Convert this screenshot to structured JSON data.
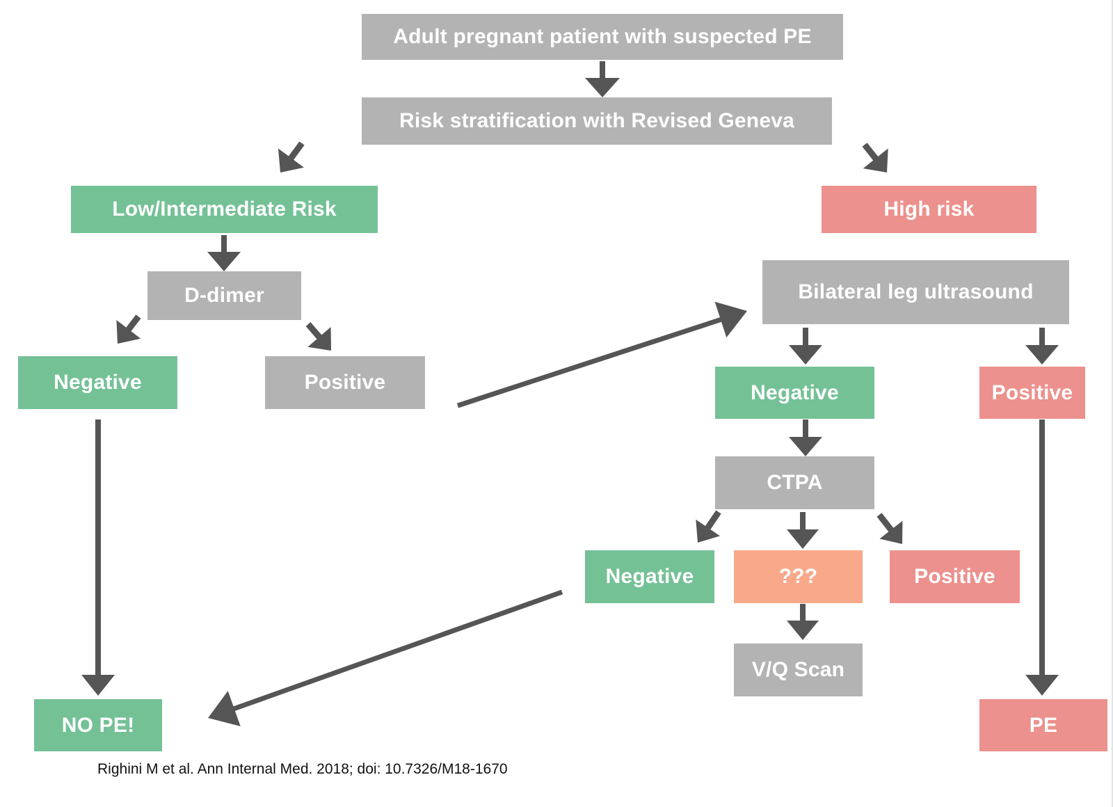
{
  "colors": {
    "gray": "#b3b3b4",
    "green": "#74c196",
    "red": "#ec918d",
    "orange": "#f7a98a",
    "arrow": "#555555"
  },
  "nodes": {
    "start": "Adult pregnant patient with suspected PE",
    "risk_strat": "Risk stratification with Revised Geneva",
    "low_risk": "Low/Intermediate Risk",
    "high_risk": "High risk",
    "ddimer": "D-dimer",
    "ddimer_negative": "Negative",
    "ddimer_positive": "Positive",
    "ultrasound": "Bilateral leg ultrasound",
    "us_negative": "Negative",
    "us_positive": "Positive",
    "ctpa": "CTPA",
    "ctpa_negative": "Negative",
    "ctpa_indeterminate": "???",
    "ctpa_positive": "Positive",
    "vq_scan": "V/Q Scan",
    "no_pe": "NO PE!",
    "pe": "PE"
  },
  "citation": "Righini M et al. Ann Internal Med. 2018; doi: 10.7326/M18-1670"
}
